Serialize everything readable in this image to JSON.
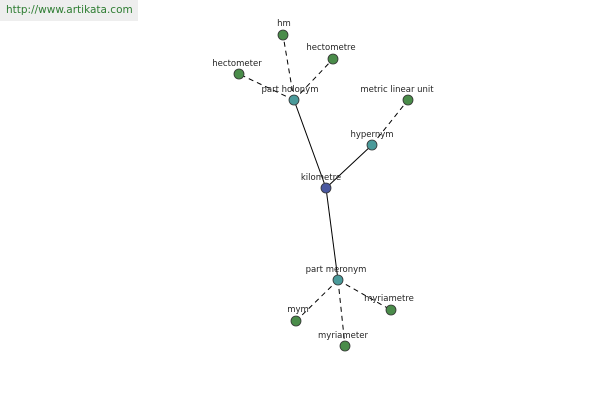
{
  "watermark": "http://www.artikata.com",
  "nodes": {
    "center": {
      "label": "kilometre",
      "color": "#4a58a0"
    },
    "part_holonym": {
      "label": "part holonym",
      "color": "#4a9a9a"
    },
    "hypernym": {
      "label": "hypernym",
      "color": "#4a9a9a"
    },
    "part_meronym": {
      "label": "part meronym",
      "color": "#4a9a9a"
    },
    "hm": {
      "label": "hm",
      "color": "#4a8c4a"
    },
    "hectometre": {
      "label": "hectometre",
      "color": "#4a8c4a"
    },
    "hectometer": {
      "label": "hectometer",
      "color": "#4a8c4a"
    },
    "metric_linear_unit": {
      "label": "metric linear unit",
      "color": "#4a8c4a"
    },
    "mym": {
      "label": "mym",
      "color": "#4a8c4a"
    },
    "myriametre": {
      "label": "myriametre",
      "color": "#4a8c4a"
    },
    "myriameter": {
      "label": "myriameter",
      "color": "#4a8c4a"
    }
  }
}
